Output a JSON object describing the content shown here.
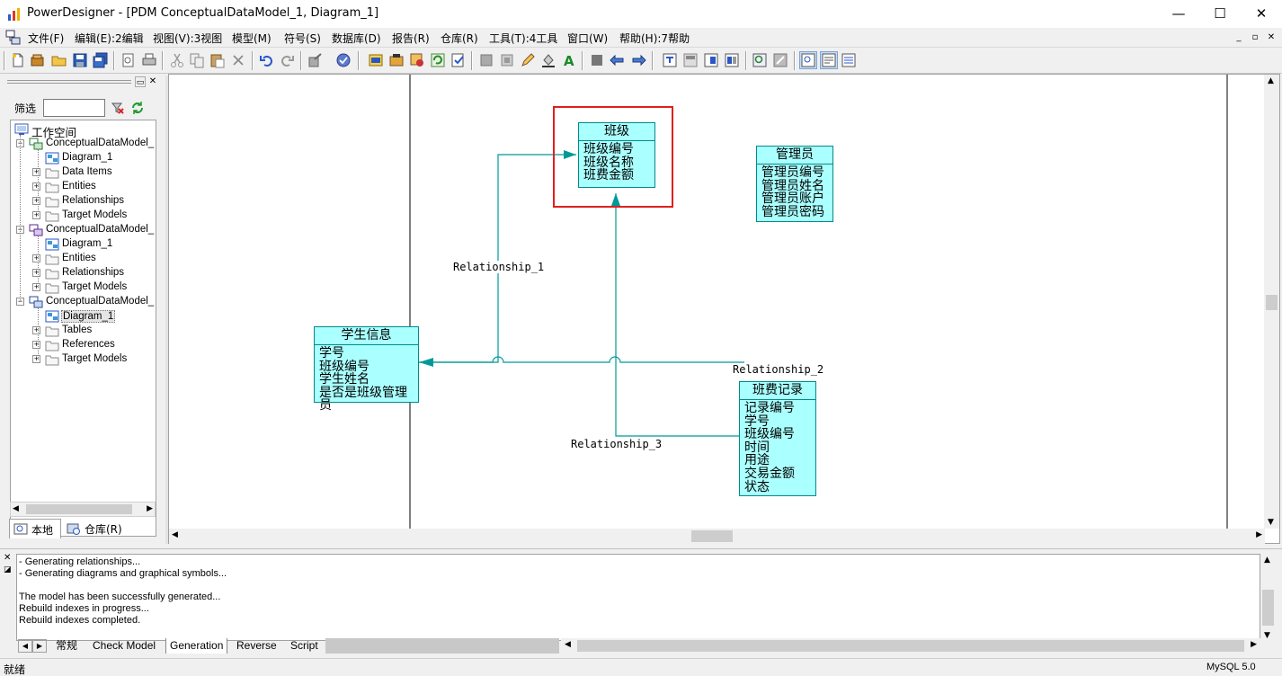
{
  "window": {
    "title": "PowerDesigner - [PDM ConceptualDataModel_1, Diagram_1]",
    "minimize": "—",
    "maximize": "☐",
    "close": "✕"
  },
  "menu": {
    "items": [
      "文件(F)",
      "编辑(E):2编辑",
      "视图(V):3视图",
      "模型(M)",
      "符号(S)",
      "数据库(D)",
      "报告(R)",
      "仓库(R)",
      "工具(T):4工具",
      "窗口(W)",
      "帮助(H):7帮助"
    ],
    "mdi": [
      "_",
      "▫",
      "✕"
    ]
  },
  "browser": {
    "filter_label": "筛选",
    "filter_value": "",
    "tree": {
      "root": "工作空间",
      "models": [
        {
          "label": "ConceptualDataModel_",
          "icon": "cdm-model-icon",
          "children": [
            "Diagram_1",
            "Data Items",
            "Entities",
            "Relationships",
            "Target Models"
          ]
        },
        {
          "label": "ConceptualDataModel_",
          "icon": "ldm-model-icon",
          "children": [
            "Diagram_1",
            "Entities",
            "Relationships",
            "Target Models"
          ]
        },
        {
          "label": "ConceptualDataModel_",
          "icon": "pdm-model-icon",
          "children": [
            "Diagram_1",
            "Tables",
            "References",
            "Target Models"
          ]
        }
      ]
    },
    "tabs": [
      "本地",
      "仓库(R)"
    ]
  },
  "diagram": {
    "entities": [
      {
        "id": "banji",
        "title": "班级",
        "fields": [
          "班级编号",
          "班级名称",
          "班费金额"
        ]
      },
      {
        "id": "guanliyuan",
        "title": "管理员",
        "fields": [
          "管理员编号",
          "管理员姓名",
          "管理员账户",
          "管理员密码"
        ]
      },
      {
        "id": "xuesheng",
        "title": "学生信息",
        "fields": [
          "学号",
          "班级编号",
          "学生姓名",
          "是否是班级管理员"
        ]
      },
      {
        "id": "banfei",
        "title": "班费记录",
        "fields": [
          "记录编号",
          "学号",
          "班级编号",
          "时间",
          "用途",
          "交易金额",
          "状态"
        ]
      }
    ],
    "relationships": [
      "Relationship_1",
      "Relationship_2",
      "Relationship_3"
    ],
    "highlight_color": "#e0201c",
    "entity_fill": "#aaffff",
    "link_color": "#009999"
  },
  "output": {
    "lines": [
      " - Generating relationships...",
      " - Generating diagrams and graphical symbols...",
      "",
      "The model has been successfully generated...",
      "Rebuild indexes in progress...",
      "Rebuild indexes completed."
    ],
    "tabs": [
      "常规",
      "Check Model",
      "Generation",
      "Reverse",
      "Script"
    ],
    "active_tab": "Generation"
  },
  "status": {
    "left": "就绪",
    "right": "MySQL 5.0"
  }
}
